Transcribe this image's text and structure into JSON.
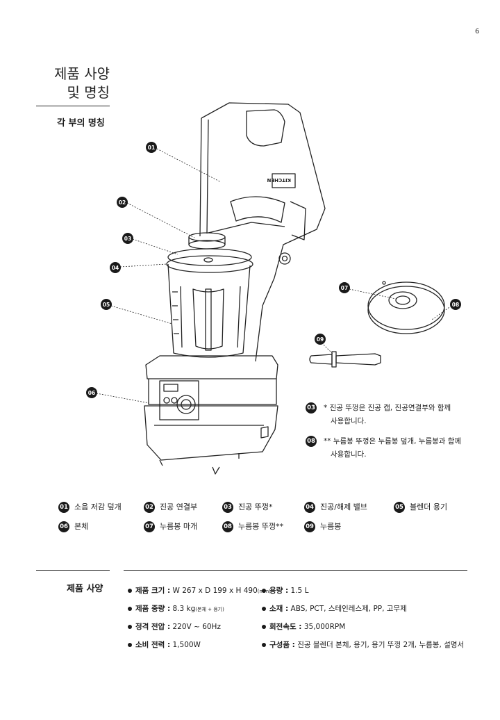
{
  "page": {
    "number": "6"
  },
  "section": {
    "title_line1": "제품 사양",
    "title_line2": "및 명칭",
    "subtitle": "각 부의 명칭"
  },
  "diagram": {
    "callouts": [
      "01",
      "02",
      "03",
      "04",
      "05",
      "06",
      "07",
      "08",
      "09"
    ],
    "lid_print": "KITCHEN"
  },
  "notes": [
    {
      "num": "03",
      "line1": "* 진공 뚜껑은 진공 캡, 진공연결부와 함께",
      "line2": "사용합니다."
    },
    {
      "num": "08",
      "line1": "** 누름봉 뚜껑은 누름봉 덮개, 누름봉과 함께",
      "line2": "사용합니다."
    }
  ],
  "legend": [
    {
      "num": "01",
      "label": "소음 저감 덮개"
    },
    {
      "num": "02",
      "label": "진공 연결부"
    },
    {
      "num": "03",
      "label": "진공 뚜껑*"
    },
    {
      "num": "04",
      "label": "진공/해제 밸브"
    },
    {
      "num": "05",
      "label": "블렌더 용기"
    },
    {
      "num": "06",
      "label": "본체"
    },
    {
      "num": "07",
      "label": "누름봉 마개"
    },
    {
      "num": "08",
      "label": "누름봉 뚜껑**"
    },
    {
      "num": "09",
      "label": "누름봉"
    }
  ],
  "specs": {
    "title": "제품 사양",
    "left": [
      {
        "label": "제품 크기 :",
        "value": "W 267 x D 199 x H 490",
        "small": "(mm)"
      },
      {
        "label": "제품 중량 :",
        "value": "8.3 kg",
        "small": "(본체 + 용기)"
      },
      {
        "label": "정격 전압 :",
        "value": "220V ~ 60Hz",
        "small": ""
      },
      {
        "label": "소비 전력 :",
        "value": "1,500W",
        "small": ""
      }
    ],
    "right": [
      {
        "label": "용량 :",
        "value": "1.5 L"
      },
      {
        "label": "소재 :",
        "value": "ABS, PCT, 스테인레스제, PP, 고무제"
      },
      {
        "label": "회전속도 :",
        "value": "35,000RPM"
      },
      {
        "label": "구성품 :",
        "value": "진공 블렌더 본체, 용기, 용기 뚜껑 2개, 누름봉, 설명서"
      }
    ]
  }
}
